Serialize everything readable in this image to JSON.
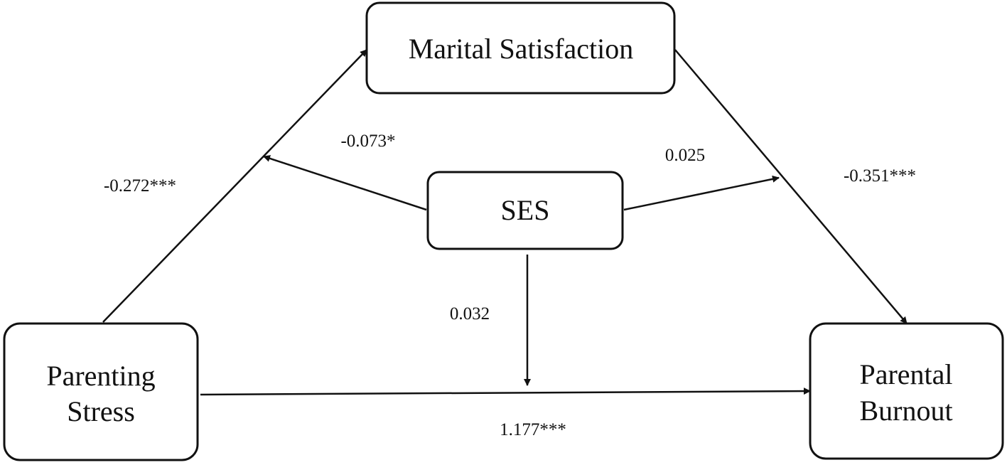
{
  "nodes": {
    "marital_satisfaction": {
      "label": "Marital Satisfaction"
    },
    "ses": {
      "label": "SES"
    },
    "parenting_stress": {
      "line1": "Parenting",
      "line2": "Stress"
    },
    "parental_burnout": {
      "line1": "Parental",
      "line2": "Burnout"
    }
  },
  "paths": {
    "stress_to_satisfaction": "-0.272***",
    "ses_to_path_a": "-0.073*",
    "ses_to_path_b": "0.025",
    "satisfaction_to_burnout": "-0.351***",
    "ses_to_direct_path": "0.032",
    "stress_to_burnout": "1.177***"
  },
  "colors": {
    "stroke": "#111111",
    "background": "#ffffff"
  }
}
